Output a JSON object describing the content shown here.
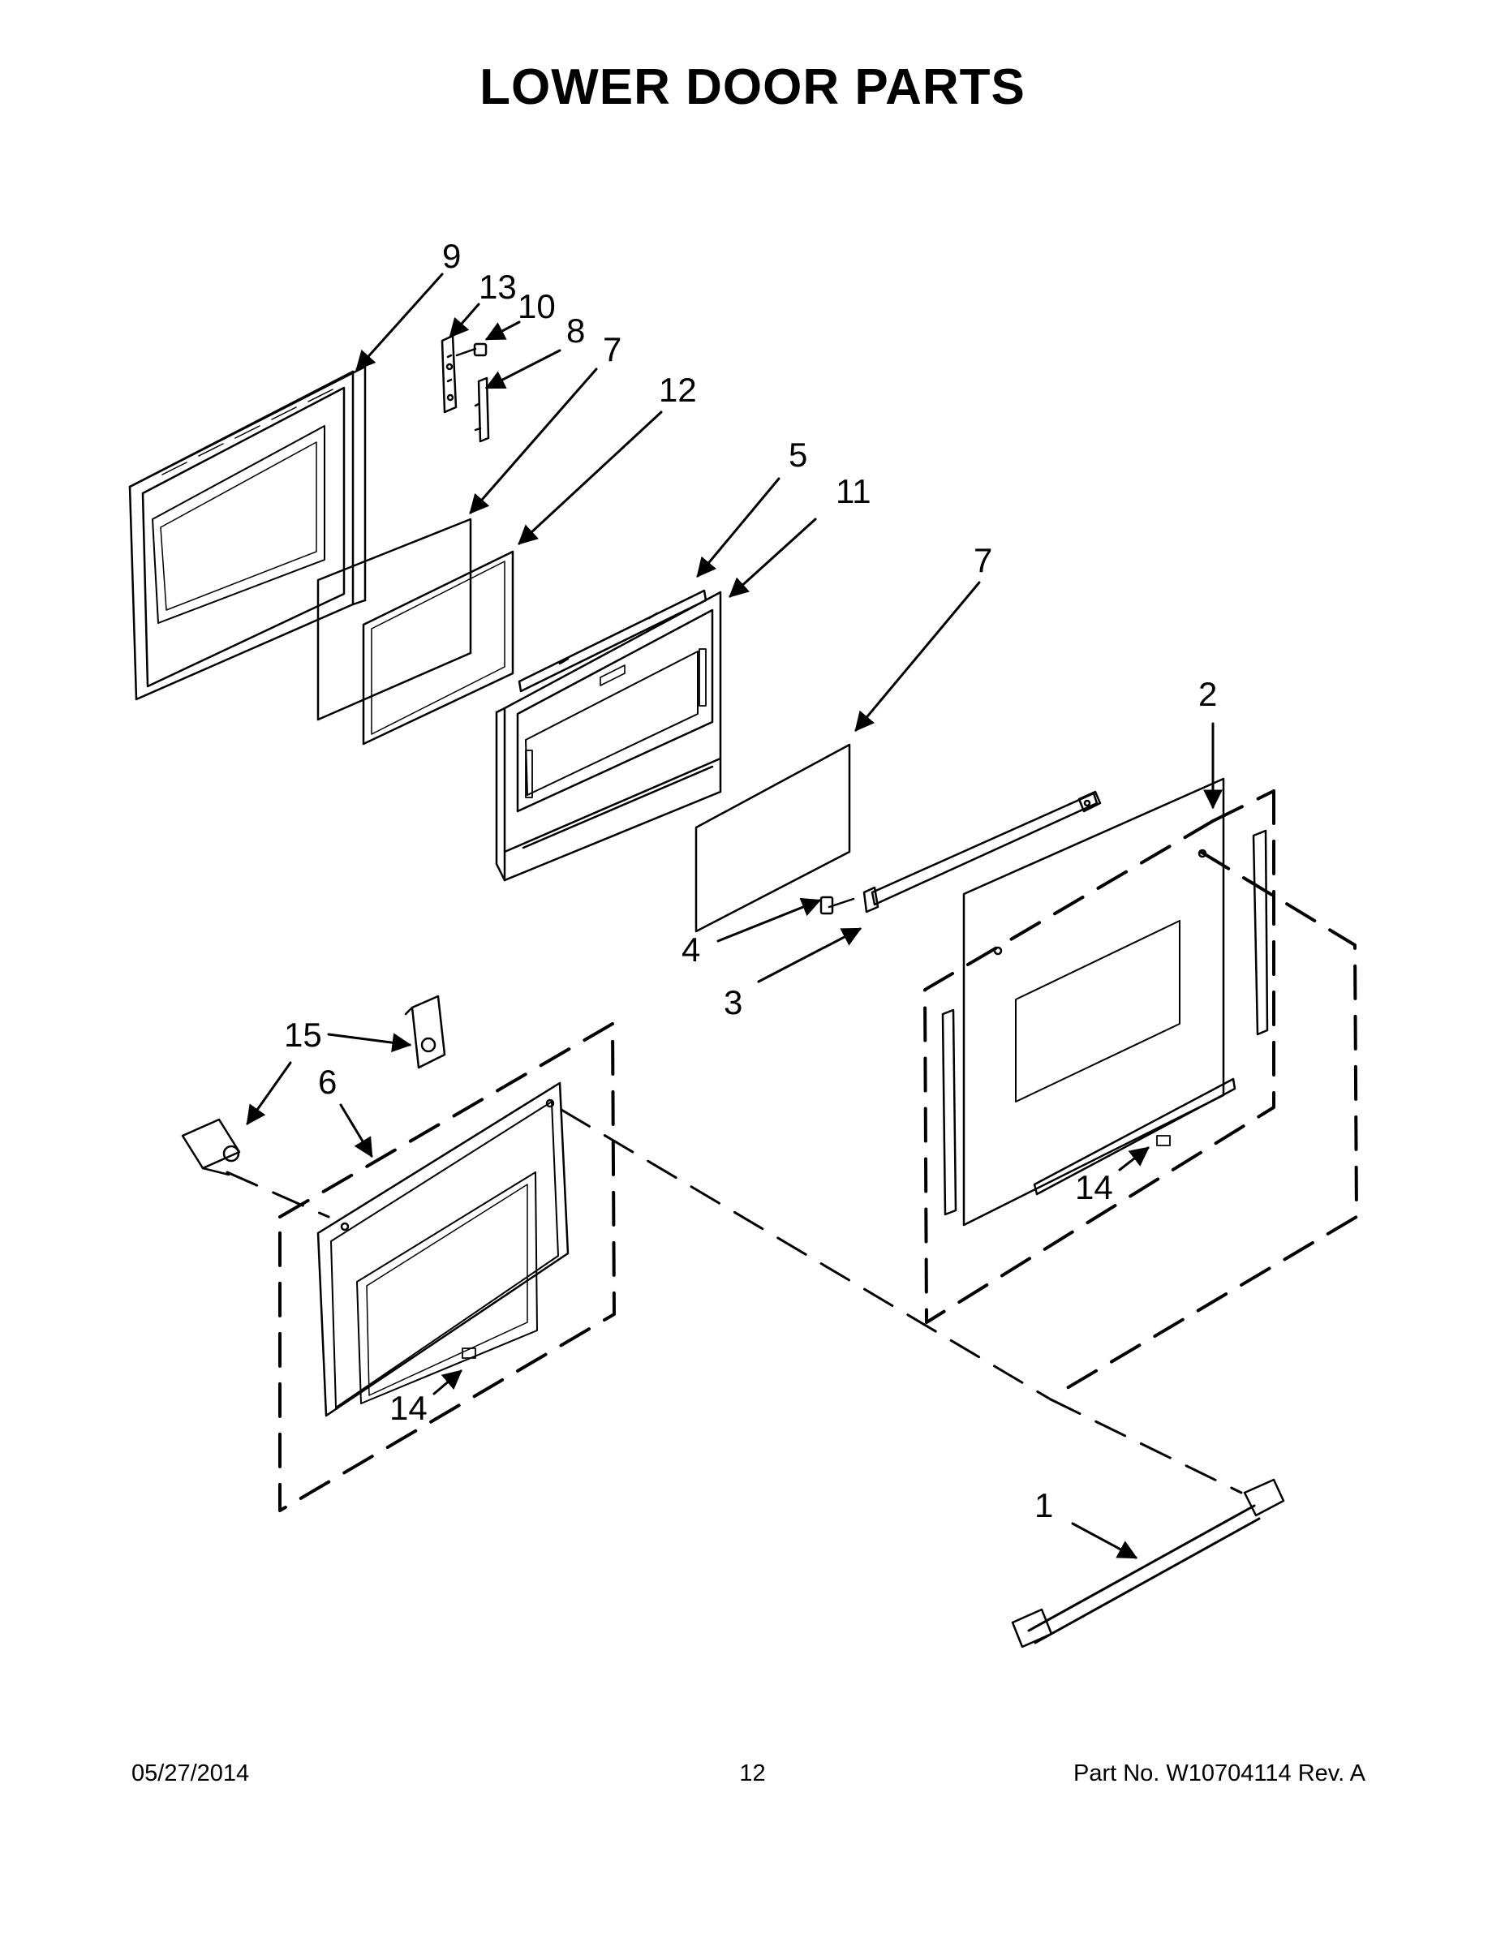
{
  "title": "LOWER DOOR PARTS",
  "callouts": {
    "c1": "1",
    "c2": "2",
    "c3": "3",
    "c4": "4",
    "c5": "5",
    "c6": "6",
    "c7a": "7",
    "c7b": "7",
    "c8": "8",
    "c9": "9",
    "c10": "10",
    "c11": "11",
    "c12": "12",
    "c13": "13",
    "c14a": "14",
    "c14b": "14",
    "c15": "15"
  },
  "footer": {
    "date": "05/27/2014",
    "page": "12",
    "part_number": "Part No.  W10704114  Rev.  A"
  }
}
